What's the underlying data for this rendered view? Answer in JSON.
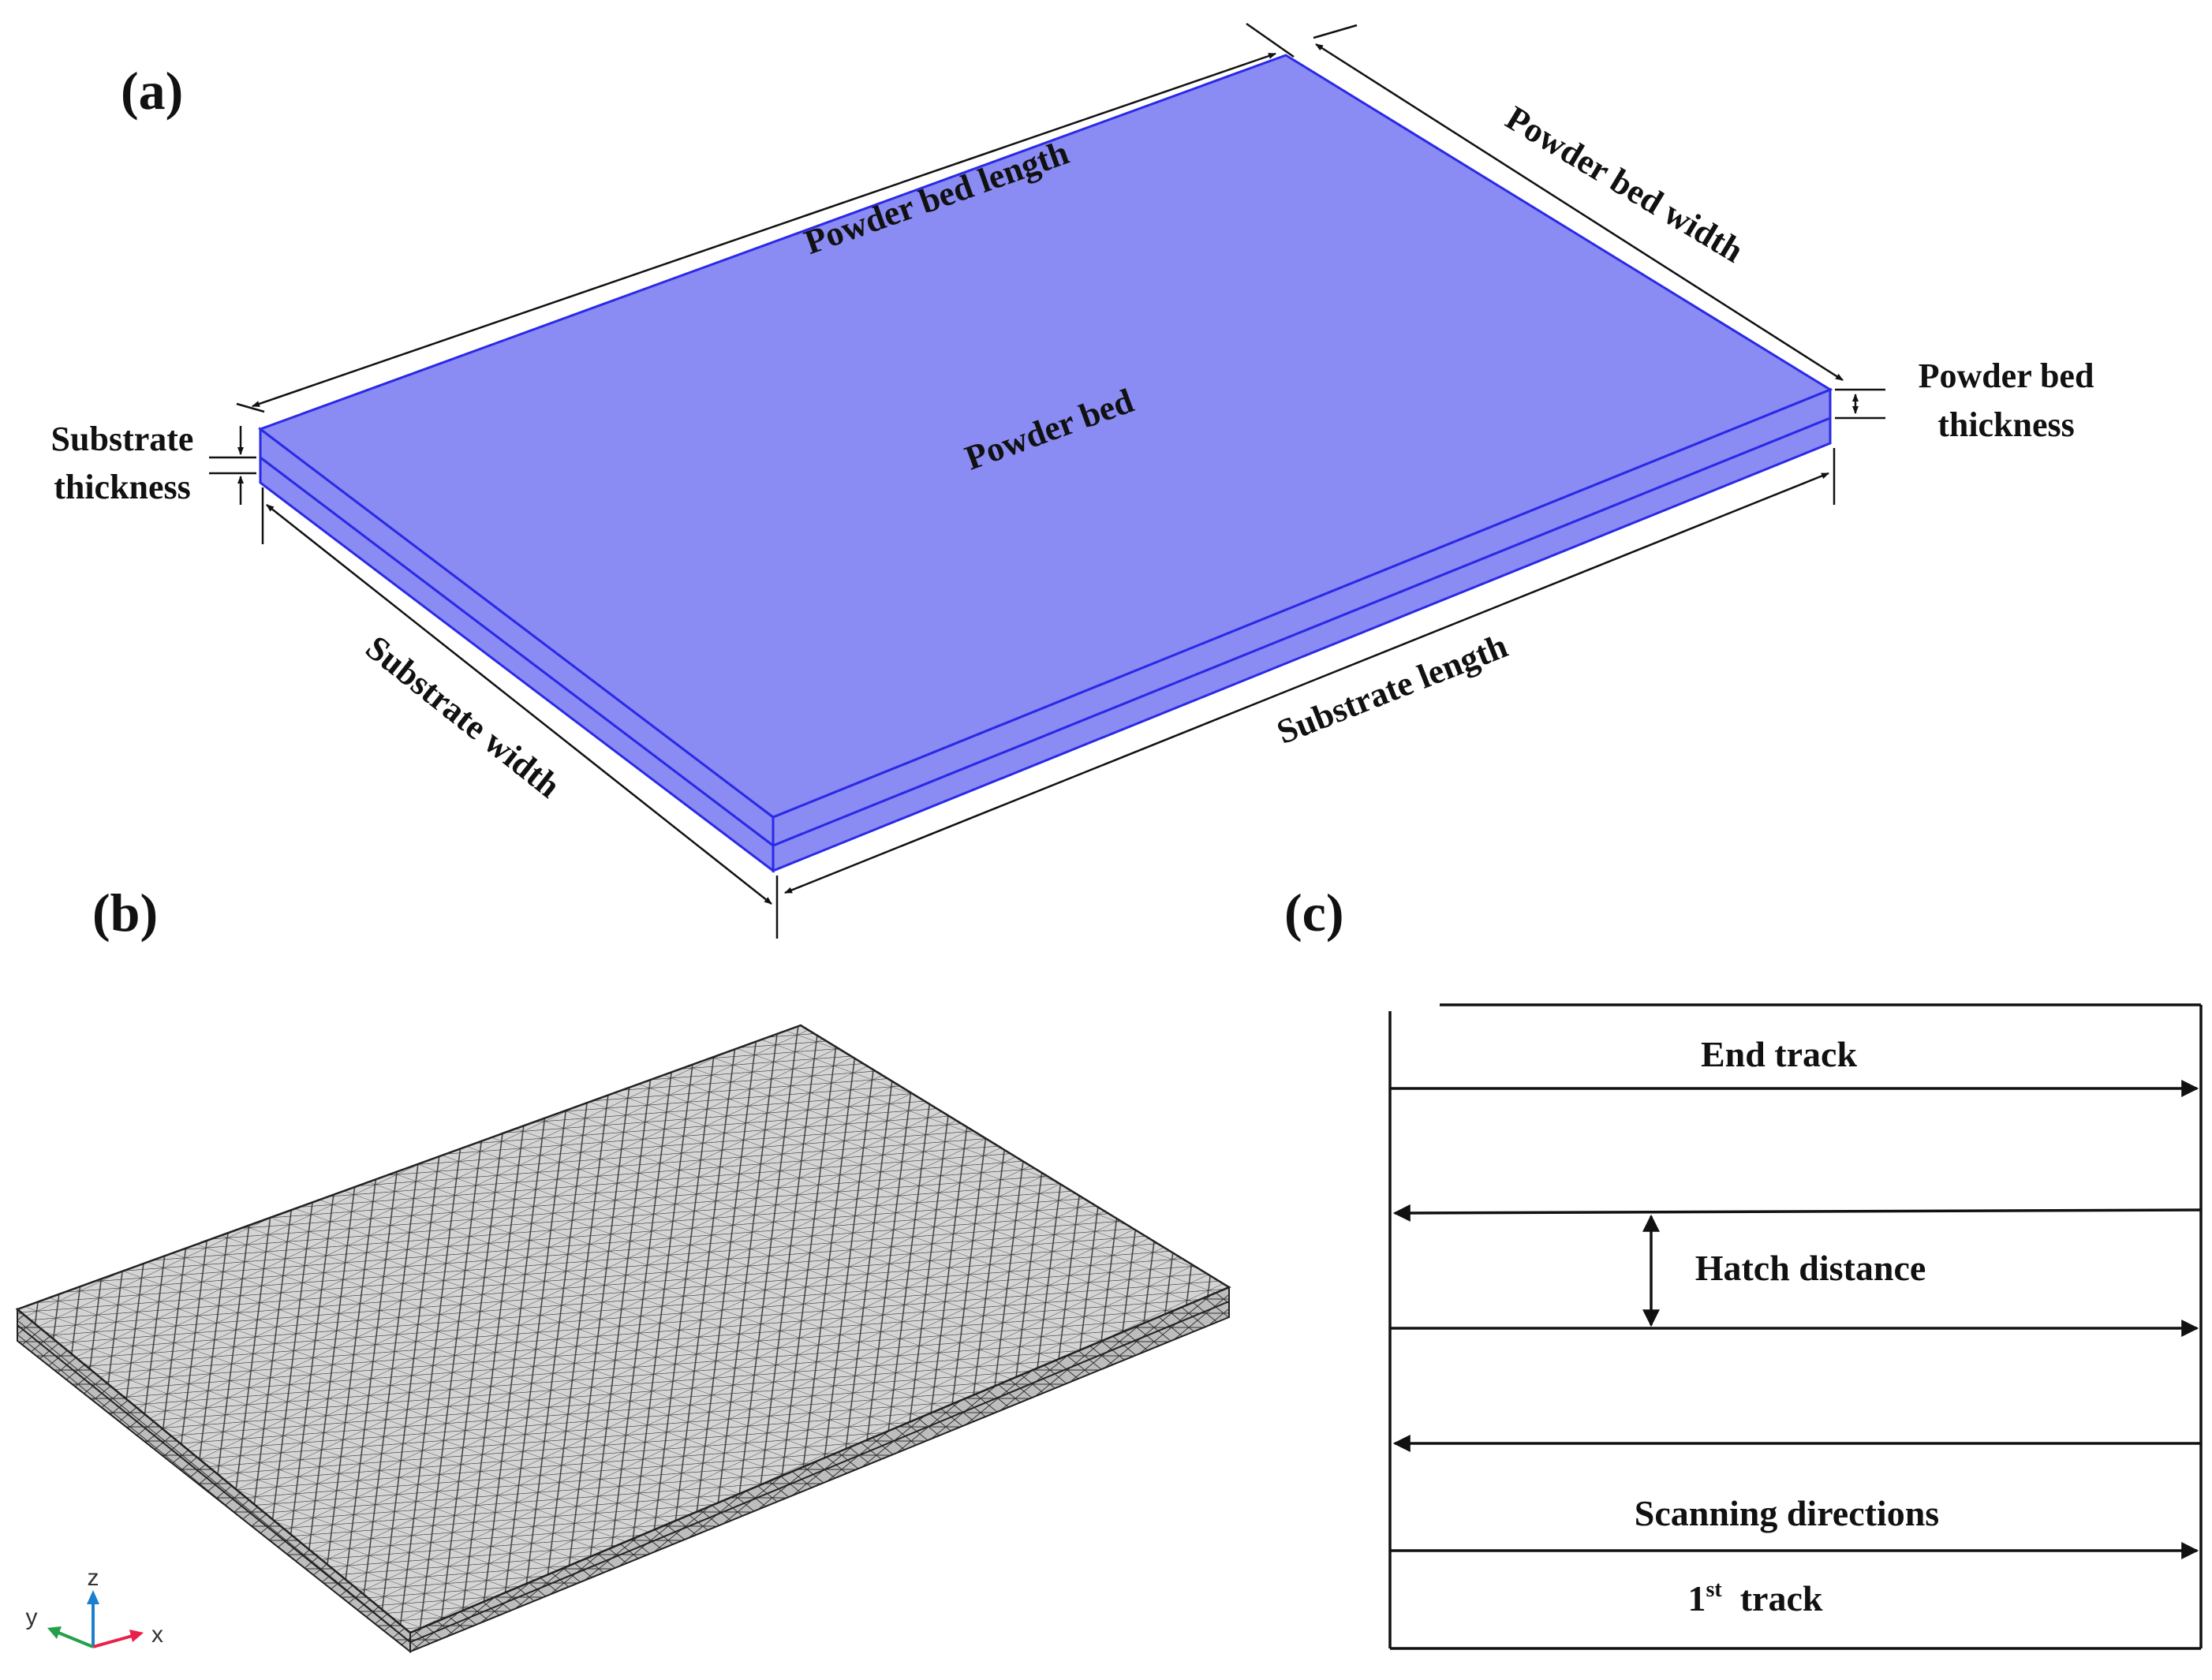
{
  "panels": {
    "a": "(a)",
    "b": "(b)",
    "c": "(c)"
  },
  "labels_a": {
    "powder_bed_length": "Powder bed length",
    "powder_bed_width": "Powder bed width",
    "powder_bed": "Powder bed",
    "powder_bed_thickness_1": "Powder bed",
    "powder_bed_thickness_2": "thickness",
    "substrate_thickness_1": "Substrate",
    "substrate_thickness_2": "thickness",
    "substrate_width": "Substrate width",
    "substrate_length": "Substrate length"
  },
  "axes_b": {
    "x": "x",
    "y": "y",
    "z": "z"
  },
  "labels_c": {
    "end_track": "End  track",
    "hatch_distance": "Hatch distance",
    "scanning_directions": "Scanning directions",
    "first_track_num": "1",
    "first_track_sup": "st",
    "first_track_word": "  track"
  },
  "colors": {
    "powder_bed_fill": "#8a8bf3",
    "powder_bed_edge": "#2a2ae6",
    "mesh_fill": "#c8c8c8",
    "mesh_line": "#3a3a3a",
    "axis_x": "#e8204a",
    "axis_y": "#22a04a",
    "axis_z": "#1a7fd0"
  }
}
